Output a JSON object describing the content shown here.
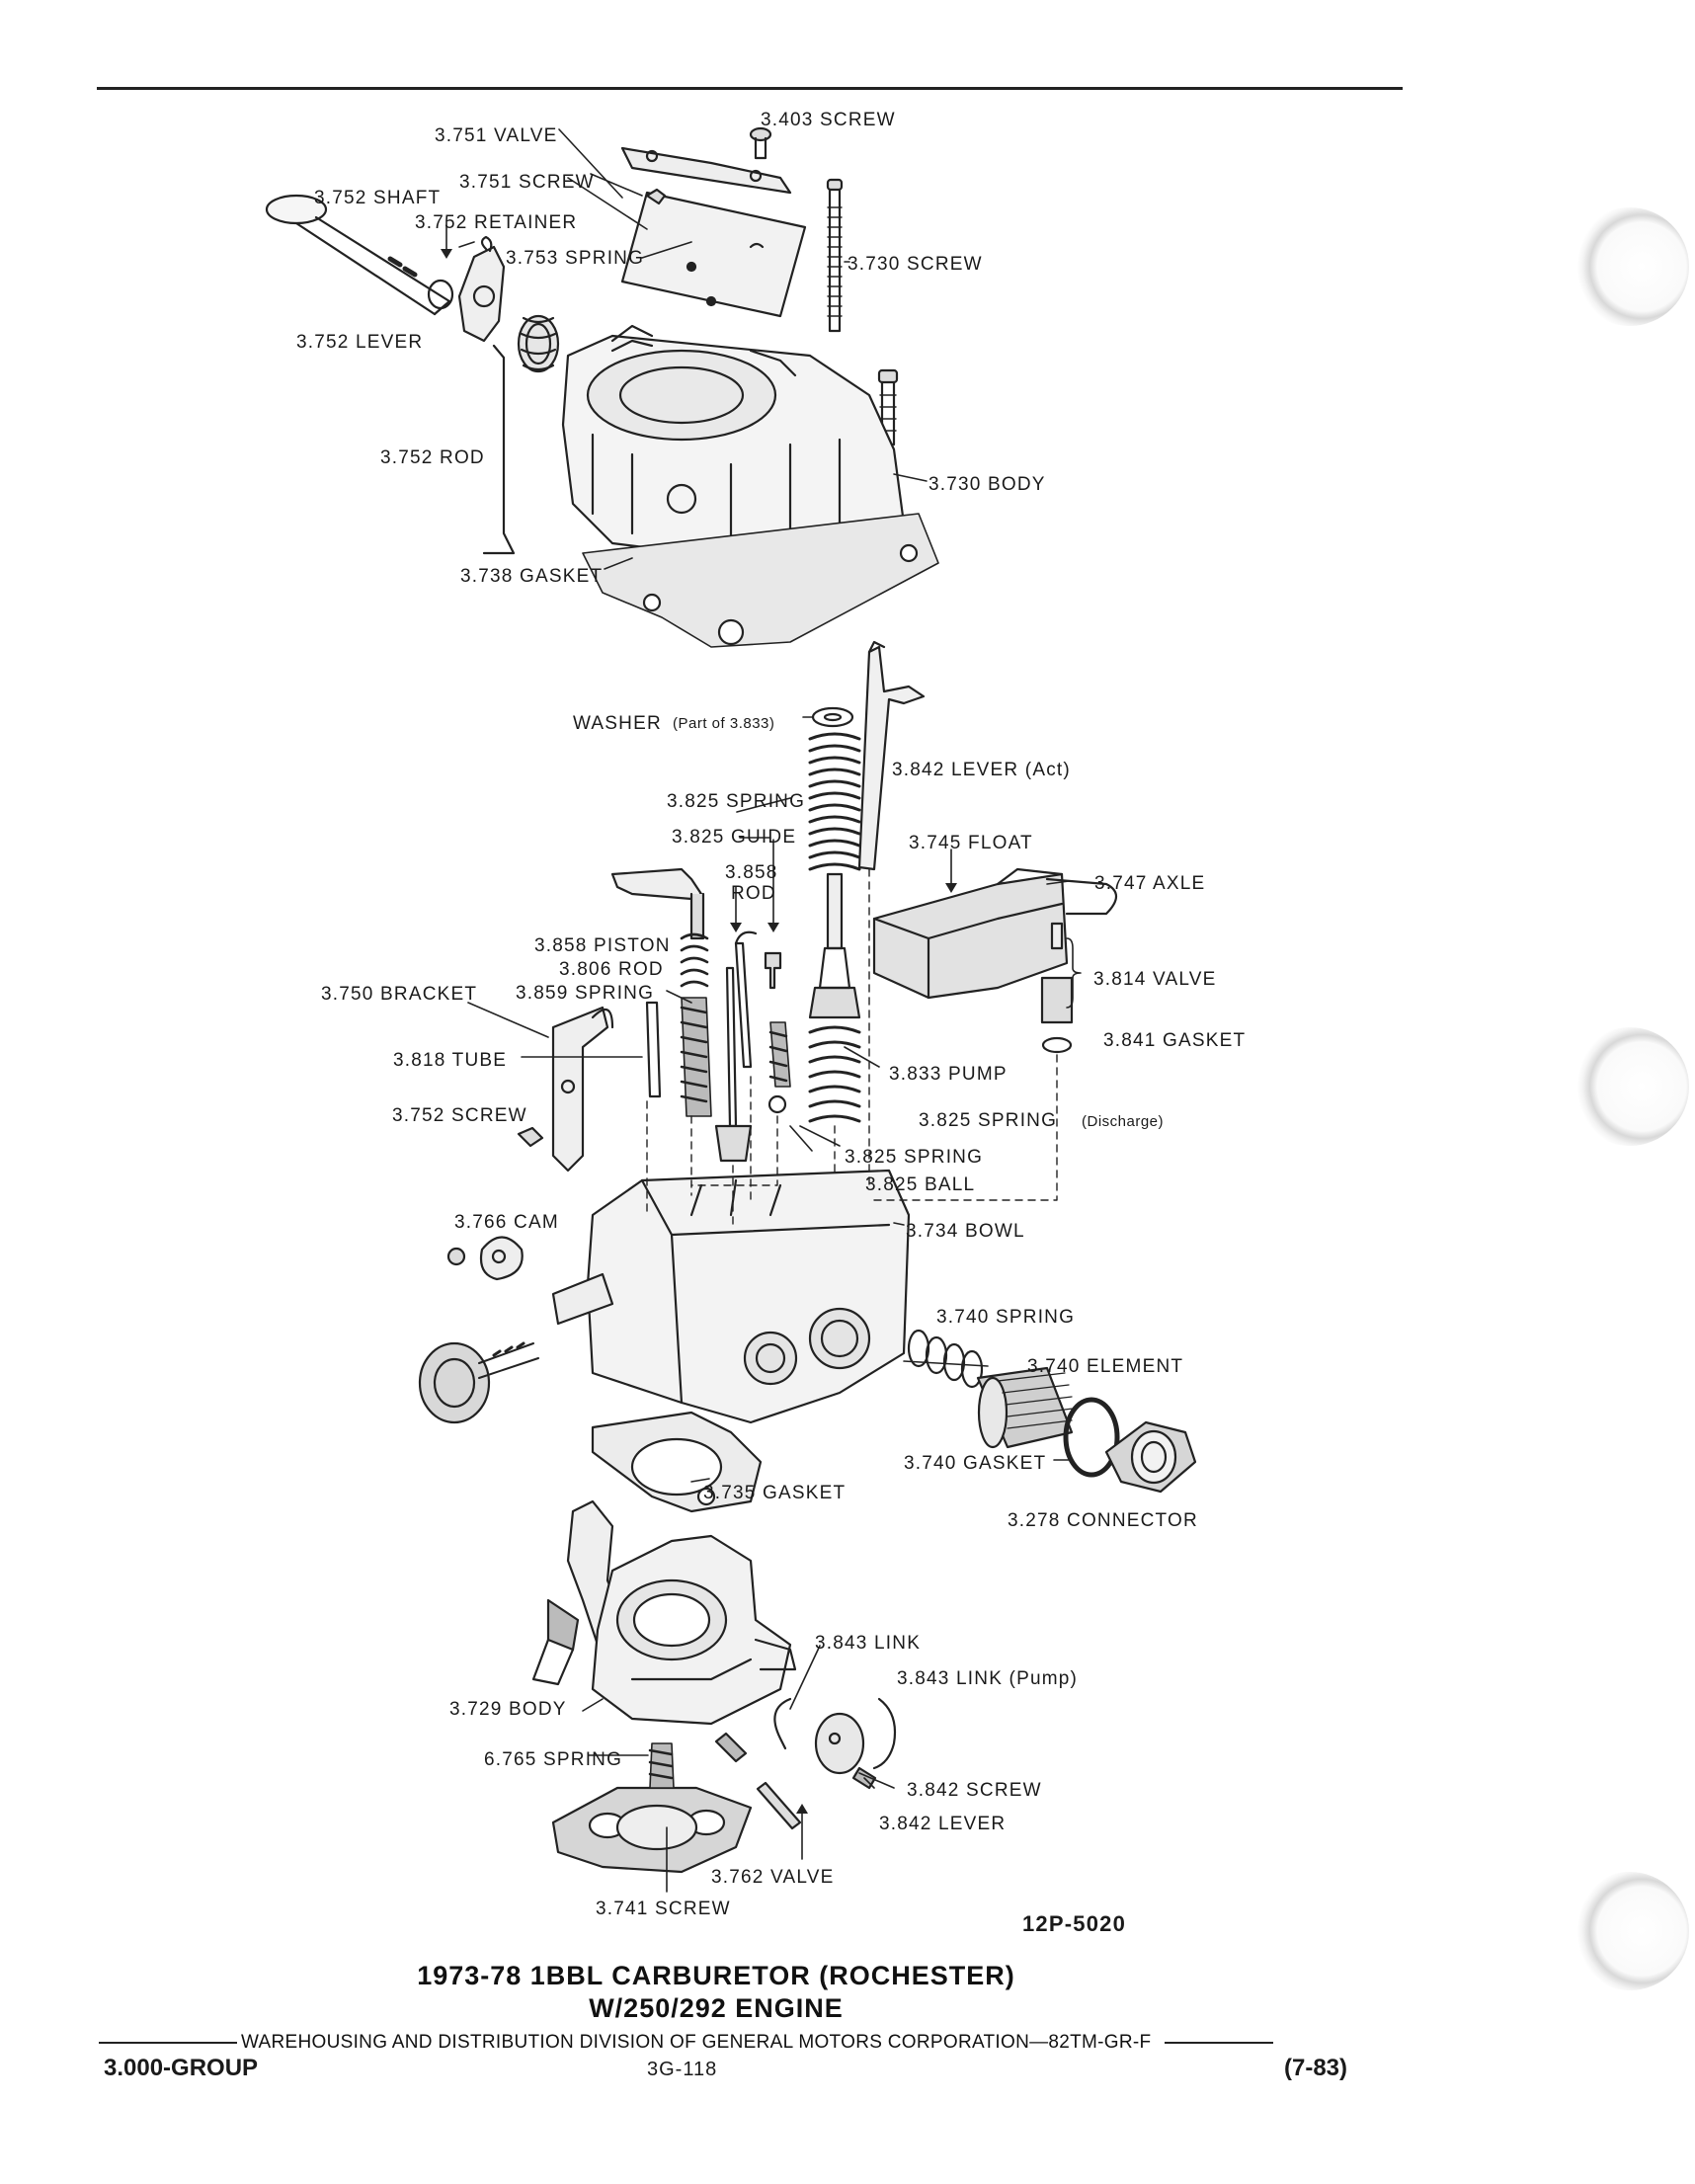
{
  "labels": {
    "screw_3403": "3.403 SCREW",
    "valve_3751": "3.751 VALVE",
    "screw_3751": "3.751 SCREW",
    "shaft_3752": "3.752 SHAFT",
    "retainer_3752": "3.752 RETAINER",
    "spring_3753": "3.753 SPRING",
    "screw_3730": "3.730 SCREW",
    "lever_3752": "3.752 LEVER",
    "rod_3752": "3.752 ROD",
    "body_3730": "3.730 BODY",
    "gasket_3738": "3.738 GASKET",
    "washer": "WASHER",
    "washer_note": "(Part of 3.833)",
    "lever_3842_act": "3.842 LEVER (Act)",
    "spring_3825": "3.825 SPRING",
    "guide_3825": "3.825 GUIDE",
    "float_3745": "3.745 FLOAT",
    "rod_3858_num": "3.858",
    "rod_3858_word": "ROD",
    "axle_3747": "3.747 AXLE",
    "piston_3858": "3.858 PISTON",
    "rod_3806": "3.806 ROD",
    "bracket_3750": "3.750 BRACKET",
    "spring_3859": "3.859 SPRING",
    "valve_3814": "3.814 VALVE",
    "gasket_3841": "3.841 GASKET",
    "tube_3818": "3.818 TUBE",
    "pump_3833": "3.833 PUMP",
    "screw_3752": "3.752 SCREW",
    "spring_3825_discharge": "3.825 SPRING",
    "discharge_note": "(Discharge)",
    "spring_3825_b": "3.825 SPRING",
    "ball_3825": "3.825 BALL",
    "cam_3766": "3.766 CAM",
    "bowl_3734": "3.734 BOWL",
    "spring_3740": "3.740 SPRING",
    "element_3740": "3.740 ELEMENT",
    "gasket_3740": "3.740 GASKET",
    "gasket_3735": "3.735 GASKET",
    "connector_3278": "3.278 CONNECTOR",
    "link_3843": "3.843 LINK",
    "link_3843_pump": "3.843 LINK (Pump)",
    "body_3729": "3.729 BODY",
    "spring_6765": "6.765 SPRING",
    "screw_3842": "3.842 SCREW",
    "lever_3842": "3.842 LEVER",
    "valve_3762": "3.762 VALVE",
    "screw_3741": "3.741 SCREW",
    "figure_code": "12P-5020"
  },
  "caption": {
    "line1": "1973-78 1BBL CARBURETOR (ROCHESTER)",
    "line2": "W/250/292 ENGINE"
  },
  "footer": {
    "division": "WAREHOUSING AND DISTRIBUTION DIVISION OF GENERAL MOTORS CORPORATION—82TM-GR-F",
    "group": "3.000-GROUP",
    "page": "3G-118",
    "date": "(7-83)"
  }
}
